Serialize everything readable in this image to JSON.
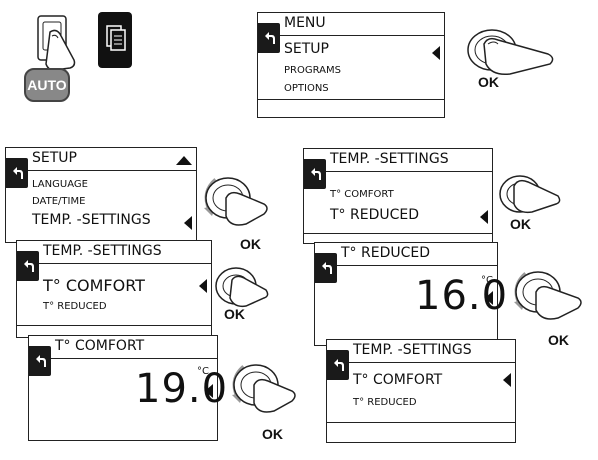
{
  "top_left": {
    "auto_label": "AUTO"
  },
  "menu": {
    "title": "MENU",
    "items": [
      "SETUP",
      "PROGRAMS",
      "OPTIONS"
    ],
    "ok_label": "OK"
  },
  "setup": {
    "title": "SETUP",
    "items": [
      "LANGUAGE",
      "DATE/TIME",
      "TEMP. -SETTINGS"
    ],
    "ok_label": "OK"
  },
  "temp_settings_1": {
    "title": "TEMP. -SETTINGS",
    "items": [
      "T° COMFORT",
      "T° REDUCED"
    ],
    "ok_label": "OK"
  },
  "comfort": {
    "title": "T° COMFORT",
    "value": "19.0",
    "unit": "°C",
    "ok_label": "OK"
  },
  "temp_settings_2": {
    "title": "TEMP. -SETTINGS",
    "items": [
      "T° COMFORT",
      "T° REDUCED"
    ],
    "ok_label": "OK"
  },
  "reduced": {
    "title": "T° REDUCED",
    "value": "16.0",
    "unit": "°C",
    "ok_label": "OK"
  },
  "temp_settings_3": {
    "title": "TEMP. -SETTINGS",
    "items": [
      "T° COMFORT",
      "T° REDUCED"
    ]
  }
}
